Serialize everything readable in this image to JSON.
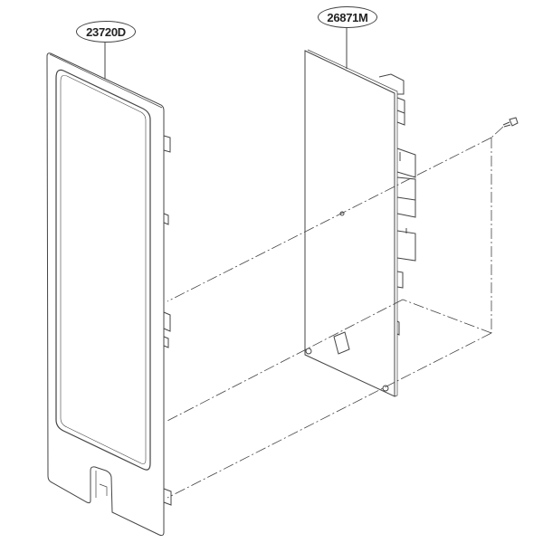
{
  "parts": [
    {
      "label": "23720D",
      "name": "front-panel"
    },
    {
      "label": "26871M",
      "name": "control-board"
    }
  ],
  "colors": {
    "line": "#444444",
    "background": "#ffffff"
  }
}
